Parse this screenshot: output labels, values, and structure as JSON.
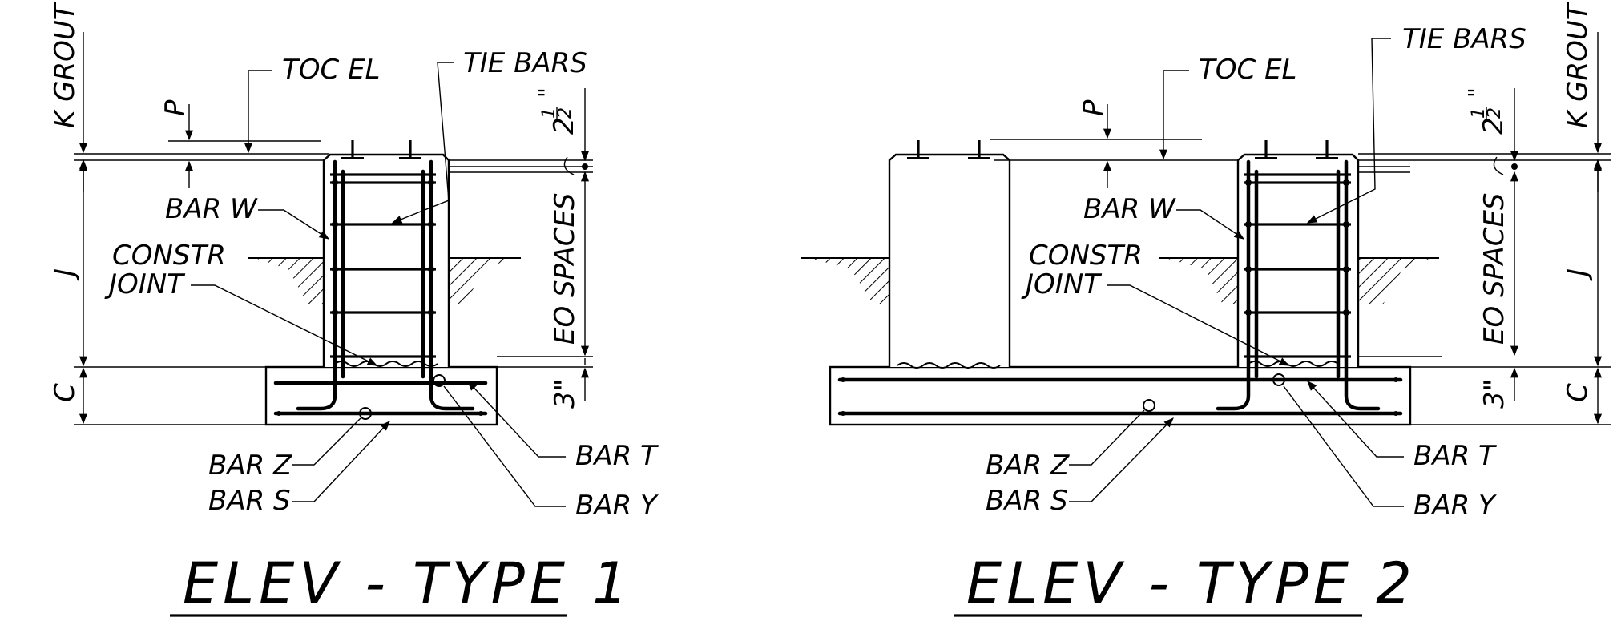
{
  "drawing": {
    "type1": {
      "title": "ELEV - TYPE 1",
      "labels": {
        "k_grout": "K GROUT",
        "p": "P",
        "toc_el": "TOC EL",
        "tie_bars": "TIE BARS",
        "two_half": "2",
        "two_half_num": "1",
        "two_half_den": "2",
        "inch_mark": "\"",
        "bar_w": "BAR W",
        "constr": "CONSTR",
        "joint": "JOINT",
        "j": "J",
        "eo_spaces": "EO SPACES",
        "c": "C",
        "three_in": "3\"",
        "bar_z": "BAR Z",
        "bar_s": "BAR S",
        "bar_t": "BAR T",
        "bar_y": "BAR Y"
      }
    },
    "type2": {
      "title": "ELEV - TYPE 2",
      "labels": {
        "k_grout": "K GROUT",
        "p": "P",
        "toc_el": "TOC EL",
        "tie_bars": "TIE BARS",
        "two_half": "2",
        "two_half_num": "1",
        "two_half_den": "2",
        "inch_mark": "\"",
        "bar_w": "BAR W",
        "constr": "CONSTR",
        "joint": "JOINT",
        "j": "J",
        "eo_spaces": "EO SPACES",
        "c": "C",
        "three_in": "3\"",
        "bar_z": "BAR Z",
        "bar_s": "BAR S",
        "bar_t": "BAR T",
        "bar_y": "BAR Y"
      }
    }
  }
}
